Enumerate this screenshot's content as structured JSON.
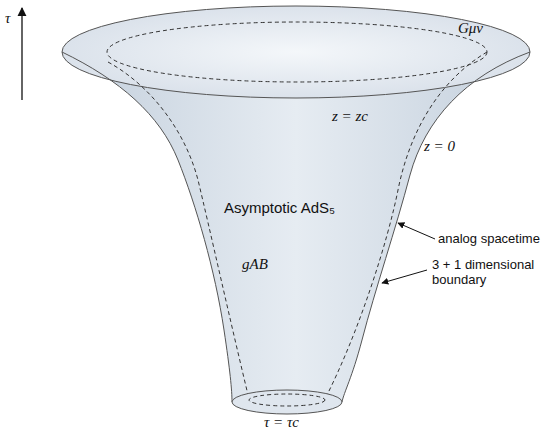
{
  "diagram": {
    "labels": [
      "τ",
      "Gμν",
      "z = zc",
      "z = 0",
      "Asymptotic AdS₅",
      "gAB",
      "analog spacetime",
      "3 + 1 dimensional boundary",
      "τ = τc"
    ]
  }
}
